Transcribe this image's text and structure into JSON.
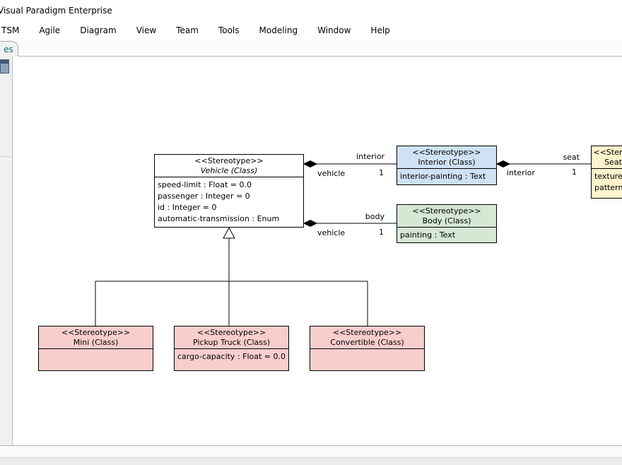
{
  "window": {
    "title": "Visual Paradigm Enterprise"
  },
  "menubar": {
    "items": [
      "TSM",
      "Agile",
      "Diagram",
      "View",
      "Team",
      "Tools",
      "Modeling",
      "Window",
      "Help"
    ]
  },
  "tabbar": {
    "active_tab": "es"
  },
  "colors": {
    "vehicle_fill": "#ffffff",
    "interior_fill": "#cfe2f3",
    "body_fill": "#d5e8d4",
    "seat_fill": "#fff2cc",
    "subclass_fill": "#f8cecc",
    "box_border": "#000000",
    "tab_text": "#007070"
  },
  "diagram": {
    "vehicle": {
      "stereotype": "<<Stereotype>>",
      "name": "Vehicle (Class)",
      "attributes": [
        "speed-limit : Float = 0.0",
        "passenger : Integer = 0",
        "id : Integer = 0",
        "automatic-transmission : Enum"
      ]
    },
    "interior": {
      "stereotype": "<<Stereotype>>",
      "name": "Interior (Class)",
      "attributes": [
        "interior-painting : Text"
      ]
    },
    "body": {
      "stereotype": "<<Stereotype>>",
      "name": "Body (Class)",
      "attributes": [
        "painting : Text"
      ]
    },
    "seat": {
      "stereotype": "<<Stereotype>>",
      "name": "Seat (Class)",
      "attributes": [
        "texture : Text",
        "pattern : Text"
      ]
    },
    "mini": {
      "stereotype": "<<Stereotype>>",
      "name": "Mini (Class)",
      "attributes": []
    },
    "pickup": {
      "stereotype": "<<Stereotype>>",
      "name": "Pickup Truck (Class)",
      "attributes": [
        "cargo-capacity : Float = 0.0"
      ]
    },
    "convertible": {
      "stereotype": "<<Stereotype>>",
      "name": "Convertible (Class)",
      "attributes": []
    },
    "edge_labels": {
      "interior_role": "interior",
      "interior_mult": "1",
      "interior_from": "vehicle",
      "body_role": "body",
      "body_mult": "1",
      "body_from": "vehicle",
      "seat_role": "seat",
      "seat_mult": "1",
      "seat_from": "interior"
    }
  }
}
